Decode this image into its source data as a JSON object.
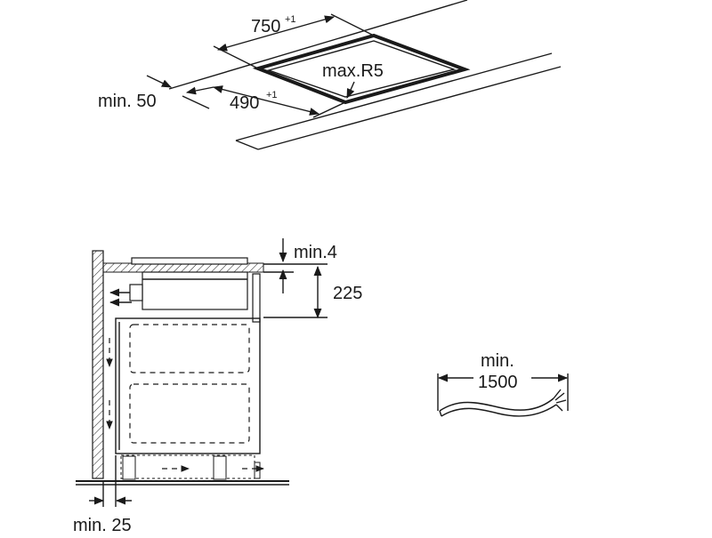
{
  "cutout": {
    "width_label": "750",
    "width_tolerance": "+1",
    "depth_label": "490",
    "depth_tolerance": "+1",
    "radius_label": "max.R5",
    "edge_distance_label": "min. 50"
  },
  "section": {
    "gap_label": "min.4",
    "height_label": "225",
    "wall_gap_label": "min. 25"
  },
  "cable": {
    "length_label_line1": "min.",
    "length_label_line2": "1500"
  },
  "colors": {
    "line": "#1a1a1a",
    "background": "#ffffff"
  }
}
